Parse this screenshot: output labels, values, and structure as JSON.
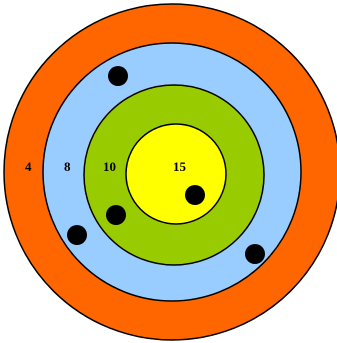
{
  "target": {
    "rings": [
      {
        "points": "4",
        "color": "#ff6600"
      },
      {
        "points": "8",
        "color": "#99ccff"
      },
      {
        "points": "10",
        "color": "#99cc00"
      },
      {
        "points": "15",
        "color": "#ffff00"
      }
    ],
    "outline_color": "#000000",
    "hit_color": "#000000",
    "hits_per_ring_points": {
      "8": 3,
      "10": 1,
      "15": 1
    }
  }
}
